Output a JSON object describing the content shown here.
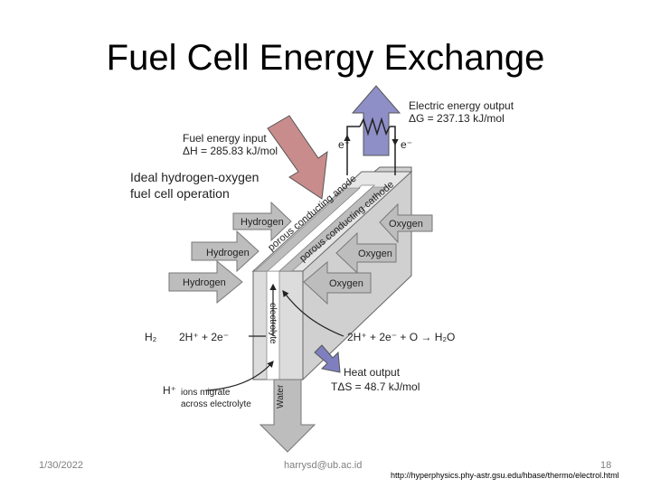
{
  "slide": {
    "title": "Fuel Cell Energy Exchange",
    "date": "1/30/2022",
    "footer_center": "harrysd@ub.ac.id",
    "page_number": "18",
    "source_url": "http://hyperphysics.phy-astr.gsu.edu/hbase/thermo/electrol.html"
  },
  "diagram": {
    "electric_output_label": "Electric energy output",
    "electric_output_value": "ΔG = 237.13 kJ/mol",
    "fuel_input_label": "Fuel energy input",
    "fuel_input_value": "ΔH = 285.83 kJ/mol",
    "ideal_line1": "Ideal hydrogen-oxygen",
    "ideal_line2": "fuel cell operation",
    "anode_label": "porous conducting anode",
    "cathode_label": "porous conducting cathode",
    "electrolyte_label": "electrolyte",
    "hydrogen_label": "Hydrogen",
    "oxygen_label": "Oxygen",
    "electron_left": "e⁻",
    "electron_right": "e⁻",
    "anode_reaction_h2": "H₂",
    "anode_reaction_right": "2H⁺ + 2e⁻",
    "cathode_reaction": "2H⁺ + 2e⁻ + O → H₂O",
    "heat_label": "Heat output",
    "heat_value": "TΔS = 48.7 kJ/mol",
    "ion_h": "H⁺",
    "ion_line1": "ions migrate",
    "ion_line2": "across electrolyte",
    "water_label": "Water",
    "colors": {
      "arrow_fill": "#bdbdbd",
      "arrow_stroke": "#555555",
      "fuel_arrow": "#c98c8c",
      "electric_arrow": "#8f8fc7",
      "heat_arrow": "#7f7fc0",
      "cell_body": "#dcdcdc"
    }
  }
}
